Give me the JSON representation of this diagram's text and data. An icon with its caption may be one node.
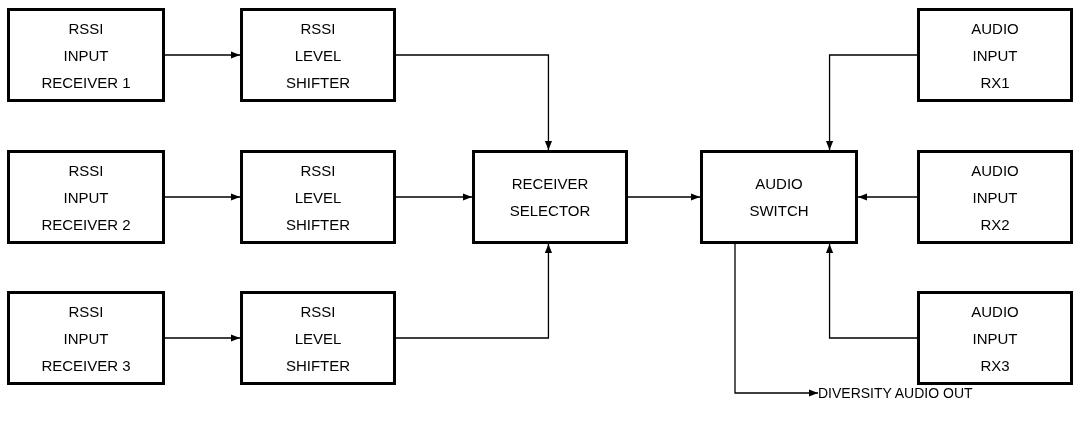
{
  "diagram": {
    "nodes": [
      {
        "text": [
          "RSSI INPUT RECEIVER 1"
        ]
      },
      {
        "text": [
          "RSSI LEVEL SHIFTER"
        ]
      },
      {
        "text": [
          "AUDIO INPUT RX1"
        ]
      },
      {
        "text": [
          "RSSI INPUT RECEIVER 2"
        ]
      },
      {
        "text": [
          "RSSI LEVEL SHIFTER"
        ]
      },
      {
        "text": [
          "RECEIVER SELECTOR"
        ]
      },
      {
        "text": [
          "AUDIO SWITCH"
        ]
      },
      {
        "text": [
          "AUDIO INPUT RX2"
        ]
      },
      {
        "text": [
          "RSSI INPUT RECEIVER 3"
        ]
      },
      {
        "text": [
          "RSSI LEVEL SHIFTER"
        ]
      },
      {
        "text": [
          "AUDIO INPUT RX3"
        ]
      },
      {
        "text": [
          "DIVERSITY AUDIO OUT"
        ]
      }
    ],
    "edges": [
      {
        "from": 0,
        "to": 1,
        "arrow": "to"
      },
      {
        "from": 1,
        "to": 5,
        "arrow": "to"
      },
      {
        "from": 2,
        "to": 6,
        "arrow": "to"
      },
      {
        "from": 3,
        "to": 4,
        "arrow": "to"
      },
      {
        "from": 4,
        "to": 5,
        "arrow": "to"
      },
      {
        "from": 5,
        "to": 6,
        "arrow": "to"
      },
      {
        "from": 7,
        "to": 6,
        "arrow": "to"
      },
      {
        "from": 8,
        "to": 9,
        "arrow": "to"
      },
      {
        "from": 9,
        "to": 5,
        "arrow": "to"
      },
      {
        "from": 10,
        "to": 6,
        "arrow": "to"
      },
      {
        "from": 6,
        "to": 11,
        "arrow": "to"
      }
    ]
  }
}
